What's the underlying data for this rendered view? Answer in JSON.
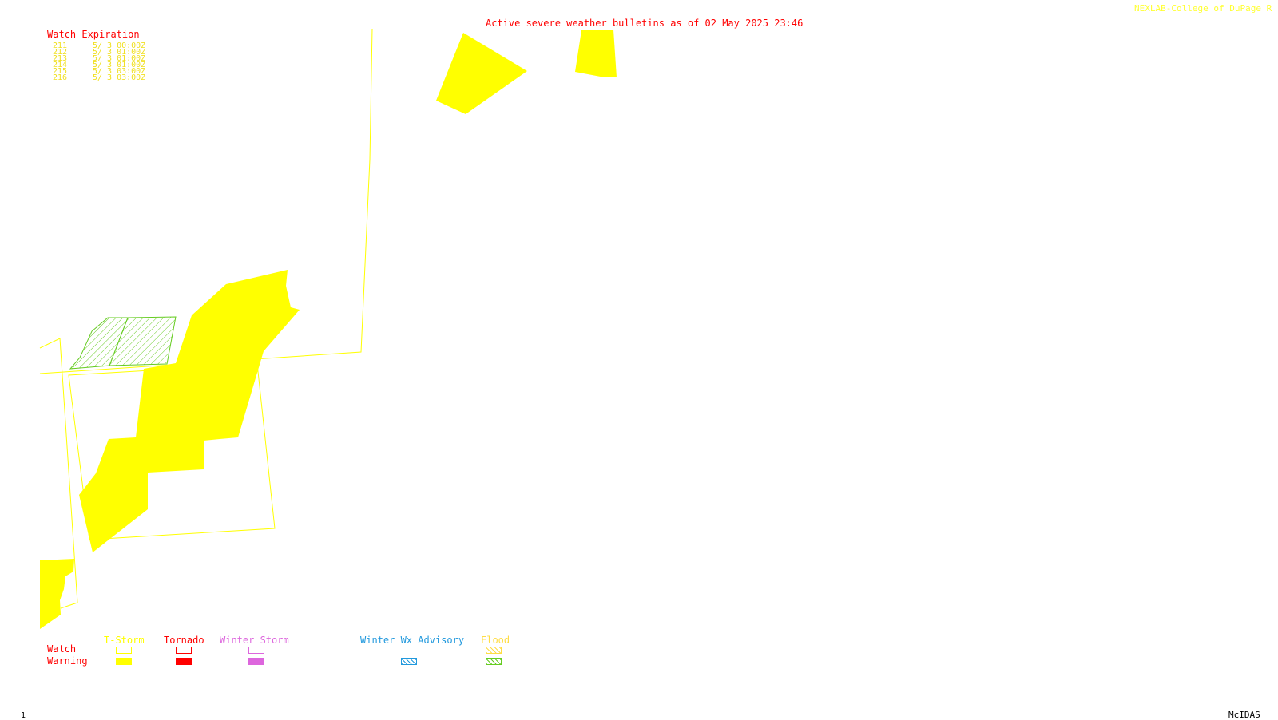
{
  "header": {
    "title": "Active severe weather bulletins as of 02 May 2025 23:46",
    "credit": "NEXLAB-College of DuPage R"
  },
  "watch_expiration": {
    "title": "Watch Expiration",
    "rows": [
      {
        "id": "211",
        "expires": "5/ 3 00:00Z"
      },
      {
        "id": "212",
        "expires": "5/ 3 01:00Z"
      },
      {
        "id": "213",
        "expires": "5/ 3 01:00Z"
      },
      {
        "id": "214",
        "expires": "5/ 3 01:00Z"
      },
      {
        "id": "215",
        "expires": "5/ 3 03:00Z"
      },
      {
        "id": "216",
        "expires": "5/ 3 03:00Z"
      }
    ]
  },
  "legend": {
    "row_labels": {
      "watch": "Watch",
      "warning": "Warning"
    },
    "columns": [
      {
        "label": "T-Storm",
        "color": "#ffff00",
        "watch_style": "outline",
        "warning_style": "solid"
      },
      {
        "label": "Tornado",
        "color": "#ff0000",
        "watch_style": "outline",
        "warning_style": "solid"
      },
      {
        "label": "Winter Storm",
        "color": "#dd66dd",
        "watch_style": "outline",
        "warning_style": "solid"
      },
      {
        "label": "Winter Wx Advisory",
        "color": "#2299dd",
        "watch_style": "none",
        "warning_style": "hatched"
      },
      {
        "label": "Flood",
        "color": "#ffdd44",
        "warning_color": "#66cc22",
        "watch_style": "hatched",
        "warning_style": "hatched"
      }
    ]
  },
  "colors": {
    "label_red": "#ff0000",
    "tstorm_yellow": "#ffff00",
    "flood_green": "#66cc22",
    "credit_yellow": "#ffff33",
    "watch_list_yellow": "#f0e020",
    "winter_blue": "#2299dd",
    "winter_storm_magenta": "#dd66dd",
    "background": "#ffffff"
  },
  "footer": {
    "frame_number": "1",
    "software": "McIDAS"
  }
}
